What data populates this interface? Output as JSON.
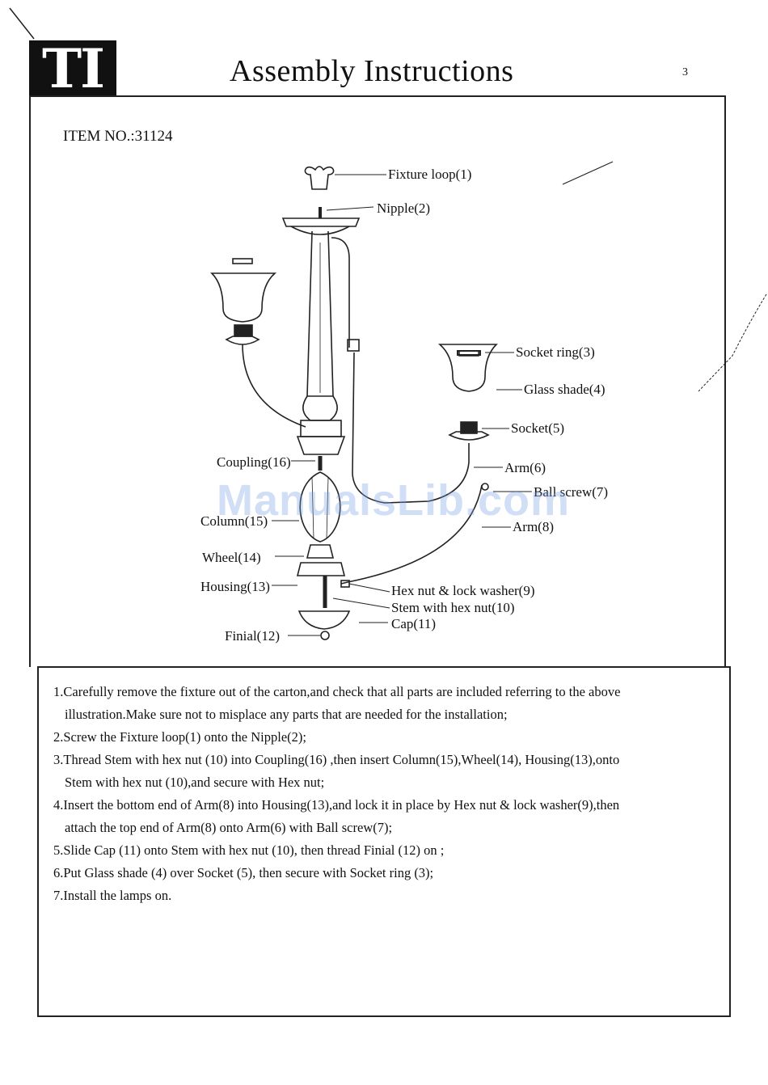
{
  "header": {
    "logo_text": "TI",
    "title": "Assembly Instructions",
    "page_mark": "3"
  },
  "item_no": "ITEM NO.:31124",
  "parts": {
    "p1": "Fixture loop(1)",
    "p2": "Nipple(2)",
    "p3": "Socket ring(3)",
    "p4": "Glass shade(4)",
    "p5": "Socket(5)",
    "p6": "Arm(6)",
    "p7": "Ball screw(7)",
    "p8": "Arm(8)",
    "p9": "Hex nut & lock washer(9)",
    "p10": "Stem with hex nut(10)",
    "p11": "Cap(11)",
    "p12": "Finial(12)",
    "p13": "Housing(13)",
    "p14": "Wheel(14)",
    "p15": "Column(15)",
    "p16": "Coupling(16)"
  },
  "steps": [
    {
      "line1": "1.Carefully remove the fixture out of the carton,and check that all parts are included referring to the above",
      "line2": "illustration.Make sure not to misplace any parts that are needed for the installation;"
    },
    {
      "line1": "2.Screw the Fixture loop(1) onto the Nipple(2);",
      "line2": ""
    },
    {
      "line1": "3.Thread Stem with hex nut (10) into Coupling(16) ,then insert Column(15),Wheel(14), Housing(13),onto",
      "line2": "Stem  with hex nut (10),and secure with Hex nut;"
    },
    {
      "line1": "4.Insert the bottom end of Arm(8) into Housing(13),and lock it in place by Hex nut & lock washer(9),then",
      "line2": "attach the top end of Arm(8) onto Arm(6) with Ball screw(7);"
    },
    {
      "line1": "5.Slide Cap (11) onto Stem with hex nut (10), then thread Finial (12) on ;",
      "line2": ""
    },
    {
      "line1": "6.Put Glass shade (4) over Socket (5), then secure with Socket ring (3);",
      "line2": ""
    },
    {
      "line1": "7.Install the lamps on.",
      "line2": ""
    }
  ],
  "watermark": "ManualsLib.com"
}
